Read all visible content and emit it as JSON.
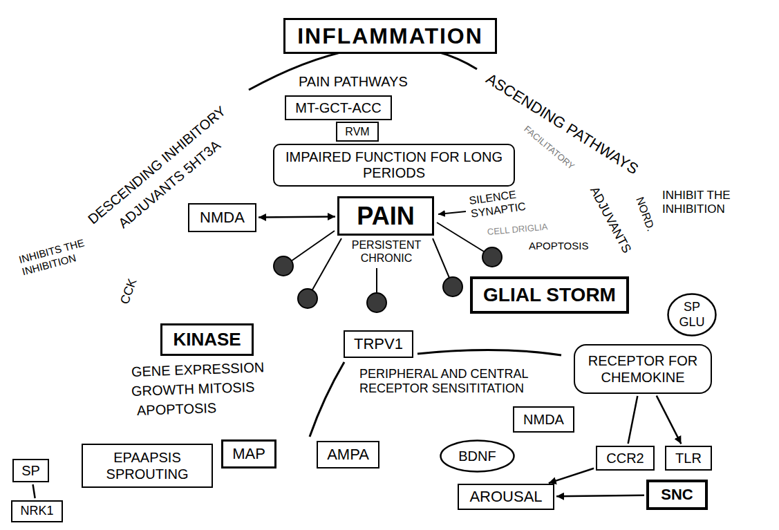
{
  "diagram": {
    "nodes": [
      {
        "text": [
          "INFLAMMATION"
        ]
      },
      {
        "text": [
          "MT-GCT-ACC"
        ]
      },
      {
        "text": [
          "RVM"
        ]
      },
      {
        "text": [
          "IMPAIRED FUNCTION FOR LONG PERIODS"
        ]
      },
      {
        "text": [
          "NMDA"
        ]
      },
      {
        "text": [
          "PAIN"
        ]
      },
      {
        "text": [
          "GLIAL STORM"
        ]
      },
      {
        "text": [
          "SP GLU"
        ]
      },
      {
        "text": [
          "KINASE"
        ]
      },
      {
        "text": [
          "TRPV1"
        ]
      },
      {
        "text": [
          "RECEPTOR FOR CHEMOKINE"
        ]
      },
      {
        "text": [
          "NMDA"
        ]
      },
      {
        "text": [
          "SP"
        ]
      },
      {
        "text": [
          "EPAAPSIS SPROUTING"
        ]
      },
      {
        "text": [
          "MAP"
        ]
      },
      {
        "text": [
          "AMPA"
        ]
      },
      {
        "text": [
          "BDNF"
        ]
      },
      {
        "text": [
          "CCR2"
        ]
      },
      {
        "text": [
          "TLR"
        ]
      },
      {
        "text": [
          "AROUSAL"
        ]
      },
      {
        "text": [
          "SNC"
        ]
      },
      {
        "text": [
          "NRK1"
        ]
      }
    ],
    "edges": [
      {
        "from": 4,
        "to": 5,
        "arrow": "both"
      },
      {
        "from": 10,
        "to": 17,
        "arrow": "none"
      },
      {
        "from": 10,
        "to": 18,
        "arrow": "to"
      },
      {
        "from": 17,
        "to": 19,
        "arrow": "to"
      },
      {
        "from": 20,
        "to": 19,
        "arrow": "to"
      },
      {
        "from": 12,
        "to": 21,
        "arrow": "none"
      }
    ],
    "labels": [
      "PAIN PATHWAYS",
      "DESCENDING INHIBITORY",
      "ASCENDING PATHWAYS",
      "ADJUVANTS 5HT3A",
      "FACILITATORY",
      "SILENCE SYNAPTIC",
      "INHIBIT THE INHIBITION",
      "NORD.",
      "ADJUVANTS",
      "INHIBITS THE INHIBITION",
      "CELL DRIGLIA",
      "APOPTOSIS",
      "PERSISTENT CHRONIC",
      "CCK",
      "GENE EXPRESSION",
      "GROWTH MITOSIS",
      "APOPTOSIS",
      "PERIPHERAL AND CENTRAL RECEPTOR SENSITITATION"
    ]
  }
}
